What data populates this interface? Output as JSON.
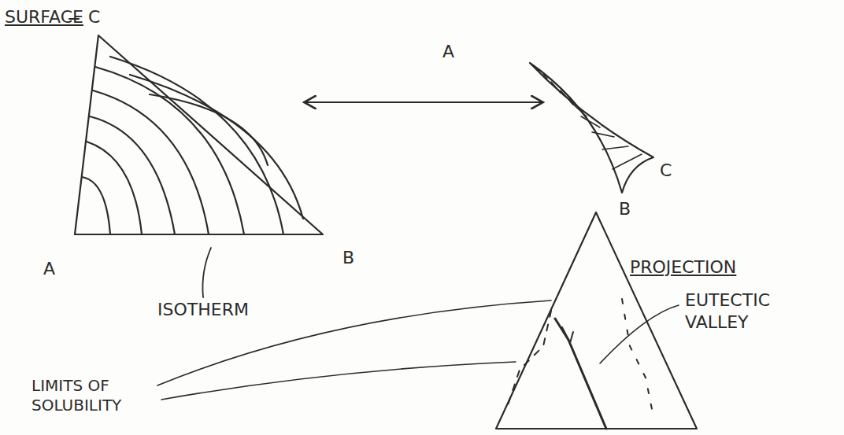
{
  "diagram": {
    "labels": [
      "SURFACE",
      "C",
      "A",
      "B",
      "ISOTHERM",
      "A",
      "C",
      "B",
      "PROJECTION",
      "EUTECTIC VALLEY",
      "LIMITS OF SOLUBILITY"
    ]
  }
}
